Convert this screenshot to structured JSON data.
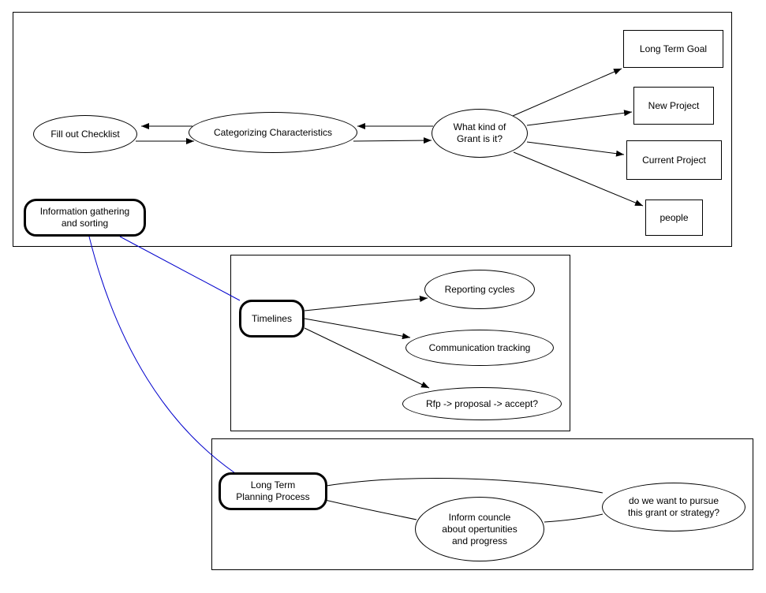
{
  "colors": {
    "background": "#ffffff",
    "node_border": "#000000",
    "edge": "#000000",
    "association_link": "#0000cc"
  },
  "nodes": {
    "fill_out_checklist": "Fill out Checklist",
    "categorizing_characteristics": "Categorizing Characteristics",
    "what_kind_of_grant": "What kind of\nGrant is it?",
    "long_term_goal": "Long Term Goal",
    "new_project": "New Project",
    "current_project": "Current Project",
    "people": "people",
    "information_gathering": "Information gathering\nand sorting",
    "timelines": "Timelines",
    "reporting_cycles": "Reporting cycles",
    "communication_tracking": "Communication tracking",
    "rfp_proposal_accept": "Rfp -> proposal -> accept?",
    "long_term_planning": "Long Term\nPlanning Process",
    "inform_councle": "Inform councle\nabout opertunities\nand progress",
    "do_we_want_to_pursue": "do we want to pursue\nthis grant or strategy?"
  },
  "edges": [
    {
      "from": "categorizing_characteristics",
      "to": "fill_out_checklist",
      "arrow": true,
      "color": "#000000"
    },
    {
      "from": "fill_out_checklist",
      "to": "categorizing_characteristics",
      "arrow": true,
      "color": "#000000"
    },
    {
      "from": "what_kind_of_grant",
      "to": "categorizing_characteristics",
      "arrow": true,
      "color": "#000000"
    },
    {
      "from": "categorizing_characteristics",
      "to": "what_kind_of_grant",
      "arrow": true,
      "color": "#000000"
    },
    {
      "from": "what_kind_of_grant",
      "to": "long_term_goal",
      "arrow": true,
      "color": "#000000"
    },
    {
      "from": "what_kind_of_grant",
      "to": "new_project",
      "arrow": true,
      "color": "#000000"
    },
    {
      "from": "what_kind_of_grant",
      "to": "current_project",
      "arrow": true,
      "color": "#000000"
    },
    {
      "from": "what_kind_of_grant",
      "to": "people",
      "arrow": true,
      "color": "#000000"
    },
    {
      "from": "timelines",
      "to": "reporting_cycles",
      "arrow": true,
      "color": "#000000"
    },
    {
      "from": "timelines",
      "to": "communication_tracking",
      "arrow": true,
      "color": "#000000"
    },
    {
      "from": "timelines",
      "to": "rfp_proposal_accept",
      "arrow": true,
      "color": "#000000"
    },
    {
      "from": "long_term_planning",
      "to": "do_we_want_to_pursue",
      "arrow": false,
      "color": "#000000"
    },
    {
      "from": "long_term_planning",
      "to": "inform_councle",
      "arrow": false,
      "color": "#000000"
    },
    {
      "from": "inform_councle",
      "to": "do_we_want_to_pursue",
      "arrow": false,
      "color": "#000000"
    },
    {
      "from": "information_gathering",
      "to": "timelines",
      "arrow": false,
      "color": "#0000cc"
    },
    {
      "from": "information_gathering",
      "to": "long_term_planning",
      "arrow": false,
      "color": "#0000cc"
    }
  ]
}
